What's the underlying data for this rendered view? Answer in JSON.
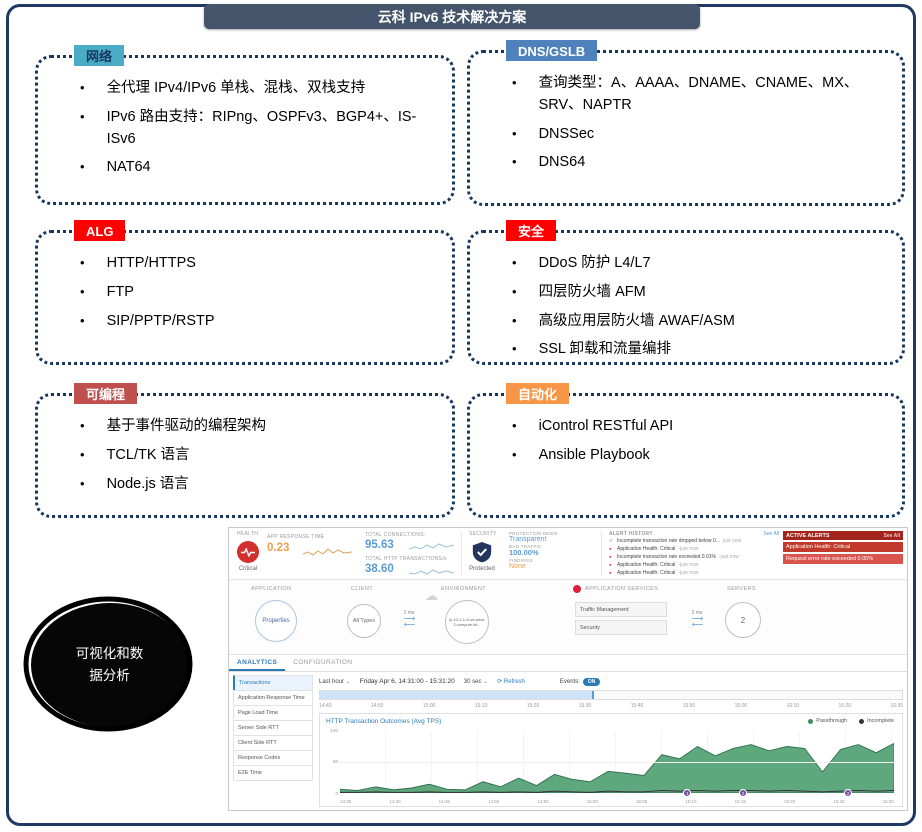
{
  "title": "云科 IPv6 技术解决方案",
  "annotation": {
    "line1": "可视化和数",
    "line2": "据分析"
  },
  "feature_boxes": [
    {
      "label": "网络",
      "color": "#4bacc6",
      "text_color": "#17375e",
      "bullets": [
        "全代理 IPv4/IPv6 单栈、混栈、双栈支持",
        "IPv6 路由支持：RIPng、OSPFv3、BGP4+、IS-ISv6",
        "NAT64"
      ]
    },
    {
      "label": "DNS/GSLB",
      "color": "#4f81bd",
      "text_color": "#ffffff",
      "bullets": [
        "查询类型：A、AAAA、DNAME、CNAME、MX、SRV、NAPTR",
        "DNSSec",
        "DNS64"
      ]
    },
    {
      "label": "ALG",
      "color": "#ff0000",
      "text_color": "#ffffff",
      "bullets": [
        "HTTP/HTTPS",
        "FTP",
        "SIP/PPTP/RSTP"
      ]
    },
    {
      "label": "安全",
      "color": "#ff0000",
      "text_color": "#ffffff",
      "bullets": [
        "DDoS 防护 L4/L7",
        "四层防火墙 AFM",
        "高级应用层防火墙 AWAF/ASM",
        "SSL 卸载和流量编排"
      ]
    },
    {
      "label": "可编程",
      "color": "#c0504d",
      "text_color": "#ffffff",
      "bullets": [
        "基于事件驱动的编程架构",
        "TCL/TK 语言",
        "Node.js 语言"
      ]
    },
    {
      "label": "自动化",
      "color": "#f79646",
      "text_color": "#ffffff",
      "bullets": [
        "iControl RESTful API",
        "Ansible Playbook"
      ]
    }
  ],
  "dashboard": {
    "health": {
      "label": "HEALTH",
      "status": "Critical",
      "app_response": {
        "label": "APP RESPONSE TIME",
        "value": "0.23"
      },
      "total_connections": {
        "label": "TOTAL CONNECTIONS:",
        "value": "95.63"
      },
      "total_http": {
        "label": "TOTAL HTTP TRANSACTIONS/s",
        "value": "38.60"
      }
    },
    "security": {
      "label": "SECURITY",
      "status": "Protected",
      "protection_mode_label": "PROTECTION MODE",
      "protection_mode": "Transparent",
      "bad_traffic_label": "BAD TRAFFIC",
      "bad_traffic": "100.00%",
      "findings_label": "FINDINGS",
      "findings": "None"
    },
    "alert_history": {
      "label": "ALERT HISTORY",
      "see_all": "See All",
      "items": [
        {
          "icon": "check",
          "text": "Incomplete transaction rate dropped below 0...",
          "time": "just now"
        },
        {
          "icon": "dot",
          "text": "Application Health: Critical",
          "time": "-just now"
        },
        {
          "icon": "dot",
          "text": "Incomplete transaction rate exceeded 0.01%",
          "time": "-just now"
        },
        {
          "icon": "dot",
          "text": "Application Health: Critical",
          "time": "-just now"
        },
        {
          "icon": "dot",
          "text": "Application Health: Critical",
          "time": "-just now"
        }
      ]
    },
    "active_alerts": {
      "label": "ACTIVE ALERTS",
      "see_all": "See All",
      "items": [
        "Application Health: Critical",
        "Request error rate exceeded 0.05%"
      ]
    },
    "topology": {
      "application_label": "APPLICATION",
      "application_node": "Properties",
      "client_label": "CLIENT",
      "client_node": "All Types",
      "client_latency": "1 ms",
      "environment_label": "ENVIRONMENT",
      "environment_node": "ip-10-1-1-8-us-west-2.compute.int...",
      "services_label": "APPLICATION SERVICES",
      "services": [
        "Traffic Management",
        "Security"
      ],
      "server_latency": "2 ms",
      "servers_label": "SERVERS",
      "servers_count": "2"
    },
    "tabs": {
      "analytics": "ANALYTICS",
      "configuration": "CONFIGURATION"
    },
    "sidebar": [
      "Transactions",
      "Application Response Time",
      "Page Load Time",
      "Server Side RTT",
      "Client Side RTT",
      "Response Codes",
      "E2E Time"
    ],
    "toolbar": {
      "range": "Last hour",
      "date": "Friday Apr 6, 14:31:00 - 15:31:20",
      "interval": "30 sec",
      "refresh": "Refresh",
      "events_label": "Events:",
      "events_state": "ON"
    },
    "timeline_ticks": [
      "14:40",
      "14:50",
      "15:00",
      "15:10",
      "15:20",
      "15:30",
      "15:40",
      "15:50",
      "16:00",
      "16:10",
      "16:20",
      "16:30"
    ]
  },
  "chart_data": {
    "type": "area",
    "title": "HTTP Transaction Outcomes (Avg TPS)",
    "legend": [
      {
        "name": "Passthrough",
        "color": "#3d8b5f"
      },
      {
        "name": "Incomplete",
        "color": "#333333"
      }
    ],
    "x_ticks": [
      "14:35",
      "14:40",
      "14:45",
      "14:50",
      "14:55",
      "15:00",
      "15:05",
      "15:10",
      "15:15",
      "15:20",
      "15:25",
      "15:30"
    ],
    "y_ticks": [
      "100",
      "50",
      "0"
    ],
    "ylim": [
      0,
      100
    ],
    "series": [
      {
        "name": "Passthrough",
        "color": "#4e9e6f",
        "values": [
          6,
          4,
          10,
          5,
          8,
          14,
          6,
          5,
          18,
          10,
          24,
          12,
          30,
          22,
          18,
          35,
          32,
          28,
          62,
          55,
          75,
          60,
          72,
          78,
          68,
          75,
          72,
          34,
          70,
          78,
          65,
          80
        ]
      },
      {
        "name": "Incomplete",
        "color": "#333333",
        "values": [
          1,
          1,
          2,
          1,
          1,
          2,
          1,
          1,
          2,
          1,
          2,
          1,
          3,
          2,
          1,
          3,
          2,
          2,
          4,
          3,
          4,
          3,
          4,
          4,
          3,
          4,
          3,
          2,
          3,
          4,
          3,
          4
        ]
      }
    ],
    "event_markers": [
      {
        "label": "1"
      },
      {
        "label": "2"
      },
      {
        "label": "2"
      }
    ]
  }
}
